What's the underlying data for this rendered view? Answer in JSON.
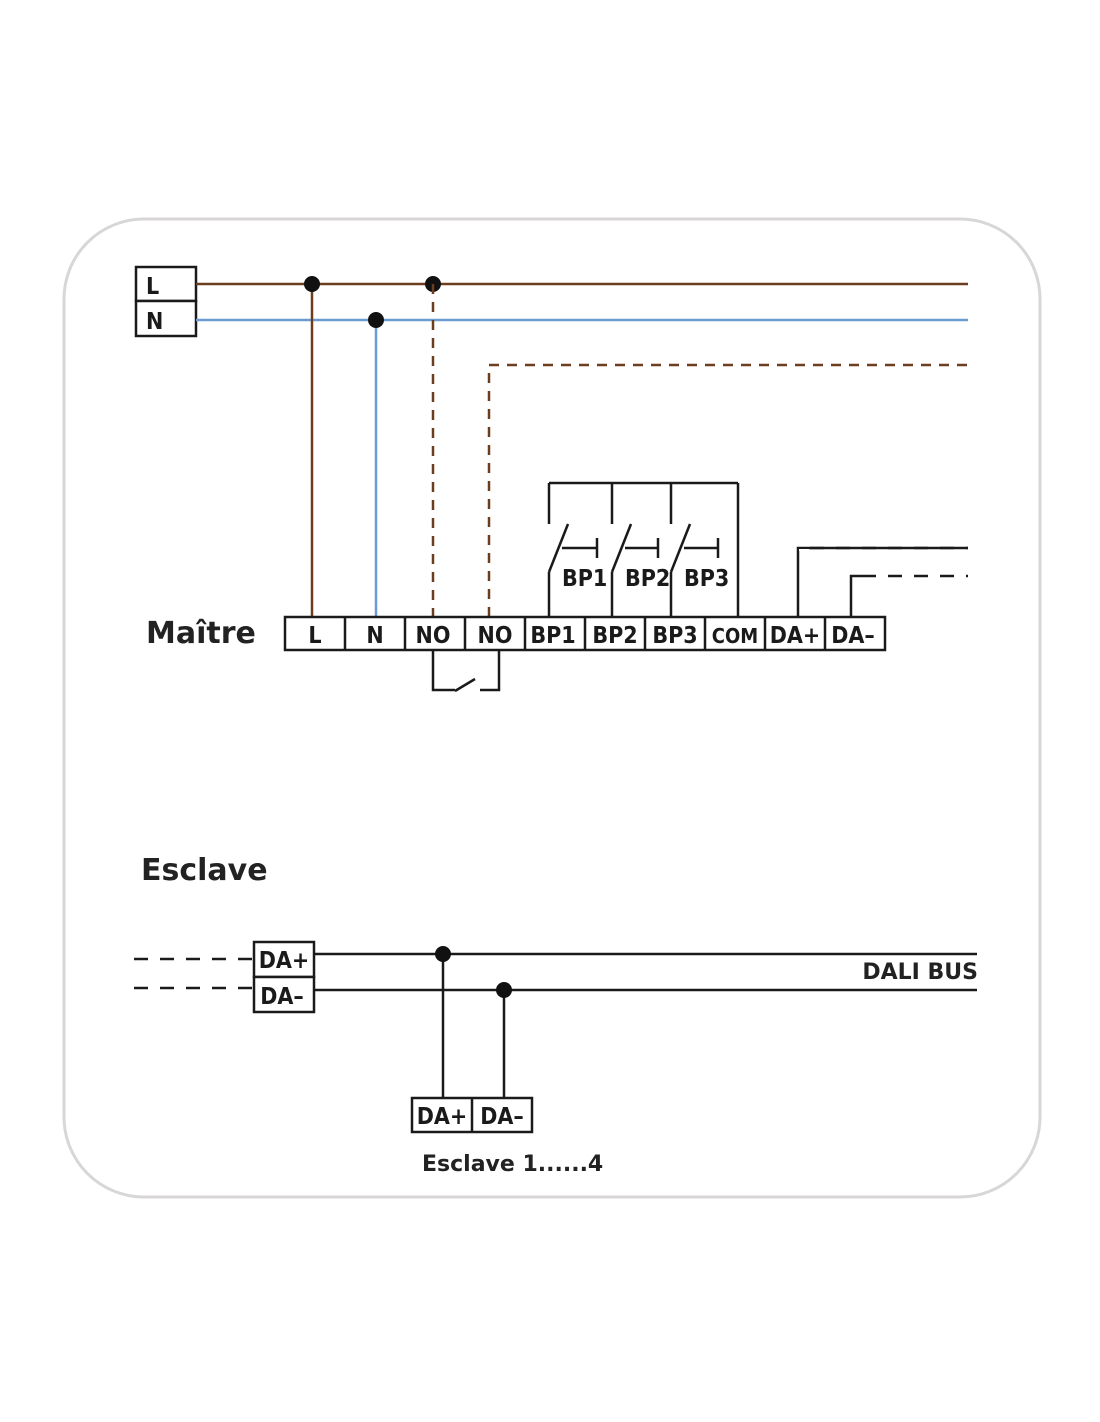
{
  "colors": {
    "live": "#6b3e1f",
    "neutral": "#6b9bd1",
    "wire": "#1a1a1a",
    "frame": "#d9d6d6"
  },
  "supply": {
    "l": "L",
    "n": "N"
  },
  "master": {
    "title": "Maître",
    "terminals": [
      "L",
      "N",
      "NO",
      "NO",
      "BP1",
      "BP2",
      "BP3",
      "COM",
      "DA+",
      "DA–"
    ],
    "buttons": [
      "BP1",
      "BP2",
      "BP3"
    ]
  },
  "slave": {
    "title": "Esclave",
    "left_terminals": [
      "DA+",
      "DA–"
    ],
    "device_terminals": [
      "DA+",
      "DA–"
    ],
    "device_label": "Esclave 1......4",
    "bus_label": "DALI BUS"
  }
}
